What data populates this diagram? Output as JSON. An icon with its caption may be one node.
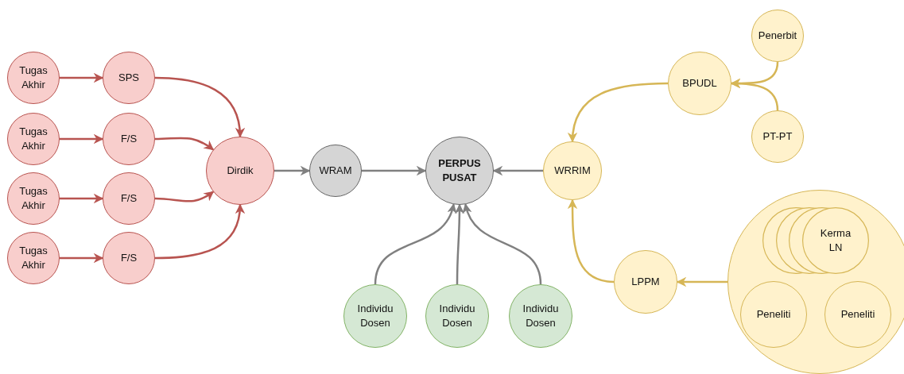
{
  "diagram": {
    "nodes": [
      {
        "text": [
          "Tugas Akhir"
        ]
      },
      {
        "text": [
          "SPS"
        ]
      },
      {
        "text": [
          "Tugas Akhir"
        ]
      },
      {
        "text": [
          "F/S"
        ]
      },
      {
        "text": [
          "Tugas Akhir"
        ]
      },
      {
        "text": [
          "F/S"
        ]
      },
      {
        "text": [
          "Tugas Akhir"
        ]
      },
      {
        "text": [
          "F/S"
        ]
      },
      {
        "text": [
          "Dirdik"
        ]
      },
      {
        "text": [
          "WRAM"
        ]
      },
      {
        "text": [
          "PERPUS PUSAT"
        ]
      },
      {
        "text": [
          "WRRIM"
        ]
      },
      {
        "text": [
          "BPUDL"
        ]
      },
      {
        "text": [
          "Penerbit"
        ]
      },
      {
        "text": [
          "PT-PT"
        ]
      },
      {
        "text": [
          "Individu Dosen"
        ]
      },
      {
        "text": [
          "Individu Dosen"
        ]
      },
      {
        "text": [
          "Individu Dosen"
        ]
      },
      {
        "text": [
          "LPPM"
        ]
      },
      {
        "text": [],
        "shape": "circle"
      },
      {
        "text": [
          "Kerma LN"
        ],
        "in": 19
      },
      {
        "text": [
          "Peneliti"
        ],
        "in": 19
      },
      {
        "text": [
          "Peneliti"
        ],
        "in": 19
      }
    ],
    "edges": [
      {
        "from": 0,
        "to": 1,
        "arrow": "to"
      },
      {
        "from": 2,
        "to": 3,
        "arrow": "to"
      },
      {
        "from": 4,
        "to": 5,
        "arrow": "to"
      },
      {
        "from": 6,
        "to": 7,
        "arrow": "to"
      },
      {
        "from": 1,
        "to": 8,
        "arrow": "to"
      },
      {
        "from": 3,
        "to": 8,
        "arrow": "to"
      },
      {
        "from": 5,
        "to": 8,
        "arrow": "to"
      },
      {
        "from": 7,
        "to": 8,
        "arrow": "to"
      },
      {
        "from": 8,
        "to": 9,
        "arrow": "to",
        "color": "#808080"
      },
      {
        "from": 9,
        "to": 10,
        "arrow": "to",
        "color": "#808080"
      },
      {
        "from": 11,
        "to": 10,
        "arrow": "to",
        "color": "#808080"
      },
      {
        "from": 15,
        "to": 10,
        "arrow": "to",
        "color": "#808080"
      },
      {
        "from": 16,
        "to": 10,
        "arrow": "to",
        "color": "#808080"
      },
      {
        "from": 17,
        "to": 10,
        "arrow": "to",
        "color": "#808080"
      },
      {
        "from": 12,
        "to": 11,
        "arrow": "to",
        "color": "#d6b656"
      },
      {
        "from": 13,
        "to": 12,
        "arrow": "to",
        "color": "#d6b656"
      },
      {
        "from": 14,
        "to": 12,
        "arrow": "to",
        "color": "#d6b656"
      },
      {
        "from": 18,
        "to": 11,
        "arrow": "to",
        "color": "#d6b656"
      },
      {
        "from": 19,
        "to": 18,
        "arrow": "to",
        "color": "#d6b656"
      }
    ]
  }
}
